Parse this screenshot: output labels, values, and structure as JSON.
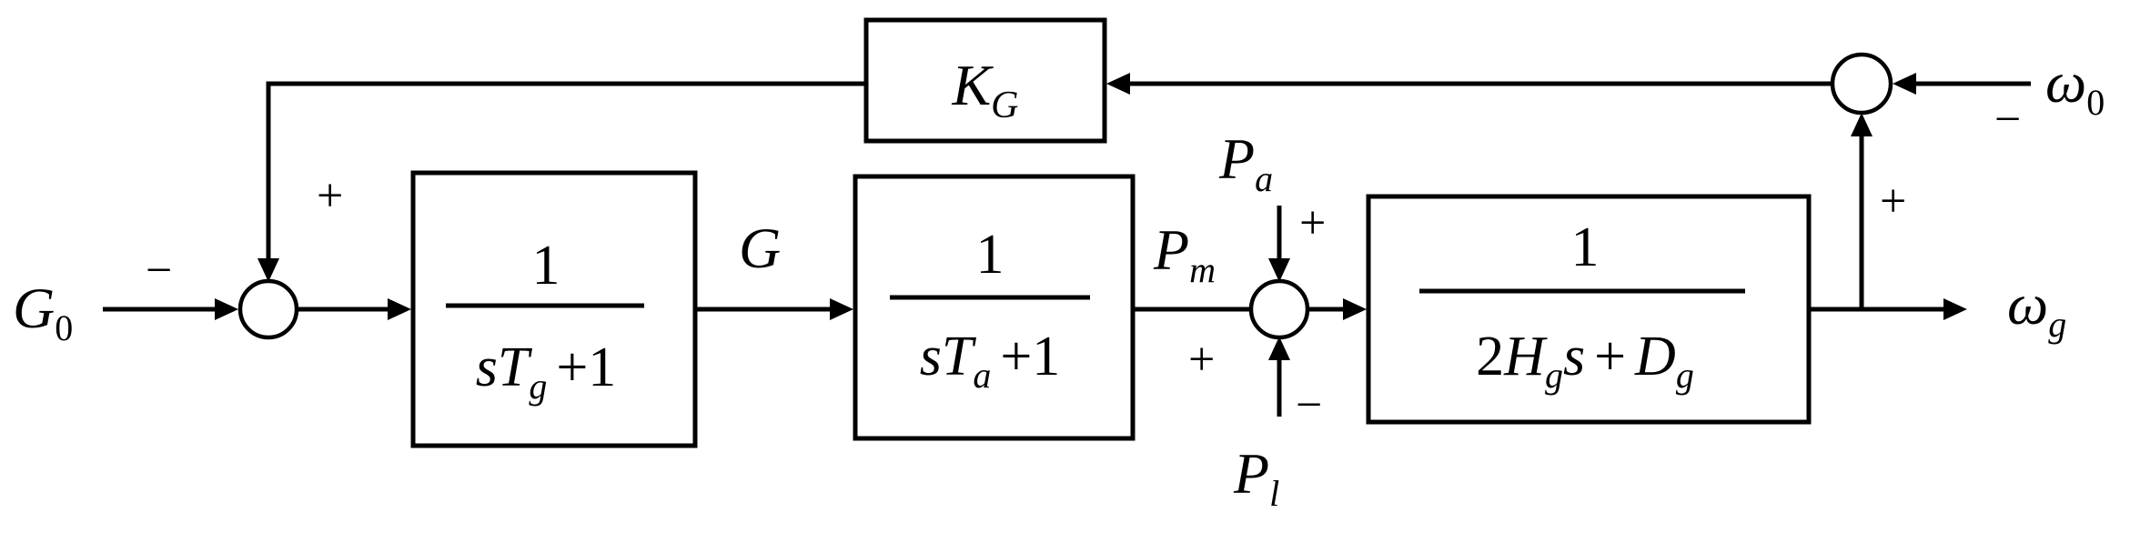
{
  "blocks": {
    "feedback_gain": {
      "symbol": "K",
      "sub": "G"
    },
    "governor": {
      "numerator": "1",
      "den_s": "s",
      "den_sym": "T",
      "den_sub": "g",
      "den_tail": "+1"
    },
    "turbine": {
      "numerator": "1",
      "den_s": "s",
      "den_sym": "T",
      "den_sub": "a",
      "den_tail": "+1"
    },
    "rotor": {
      "numerator": "1",
      "den_coef": "2",
      "den_H": "H",
      "den_Hsub": "g",
      "den_s": "s",
      "den_plus": "+",
      "den_D": "D",
      "den_Dsub": "g"
    }
  },
  "signals": {
    "input": {
      "symbol": "G",
      "sub": "0"
    },
    "gate": {
      "symbol": "G"
    },
    "mech_power": {
      "symbol": "P",
      "sub": "m"
    },
    "accel_power": {
      "symbol": "P",
      "sub": "a"
    },
    "load_power": {
      "symbol": "P",
      "sub": "l"
    },
    "ref_speed": {
      "symbol": "ω",
      "sub": "0"
    },
    "output": {
      "symbol": "ω",
      "sub": "g"
    }
  },
  "signs": {
    "sum1_feedback": "+",
    "sum1_input": "−",
    "sum2_pa": "+",
    "sum2_pm": "+",
    "sum2_pl": "−",
    "sum3_ref": "−",
    "sum3_output": "+"
  }
}
